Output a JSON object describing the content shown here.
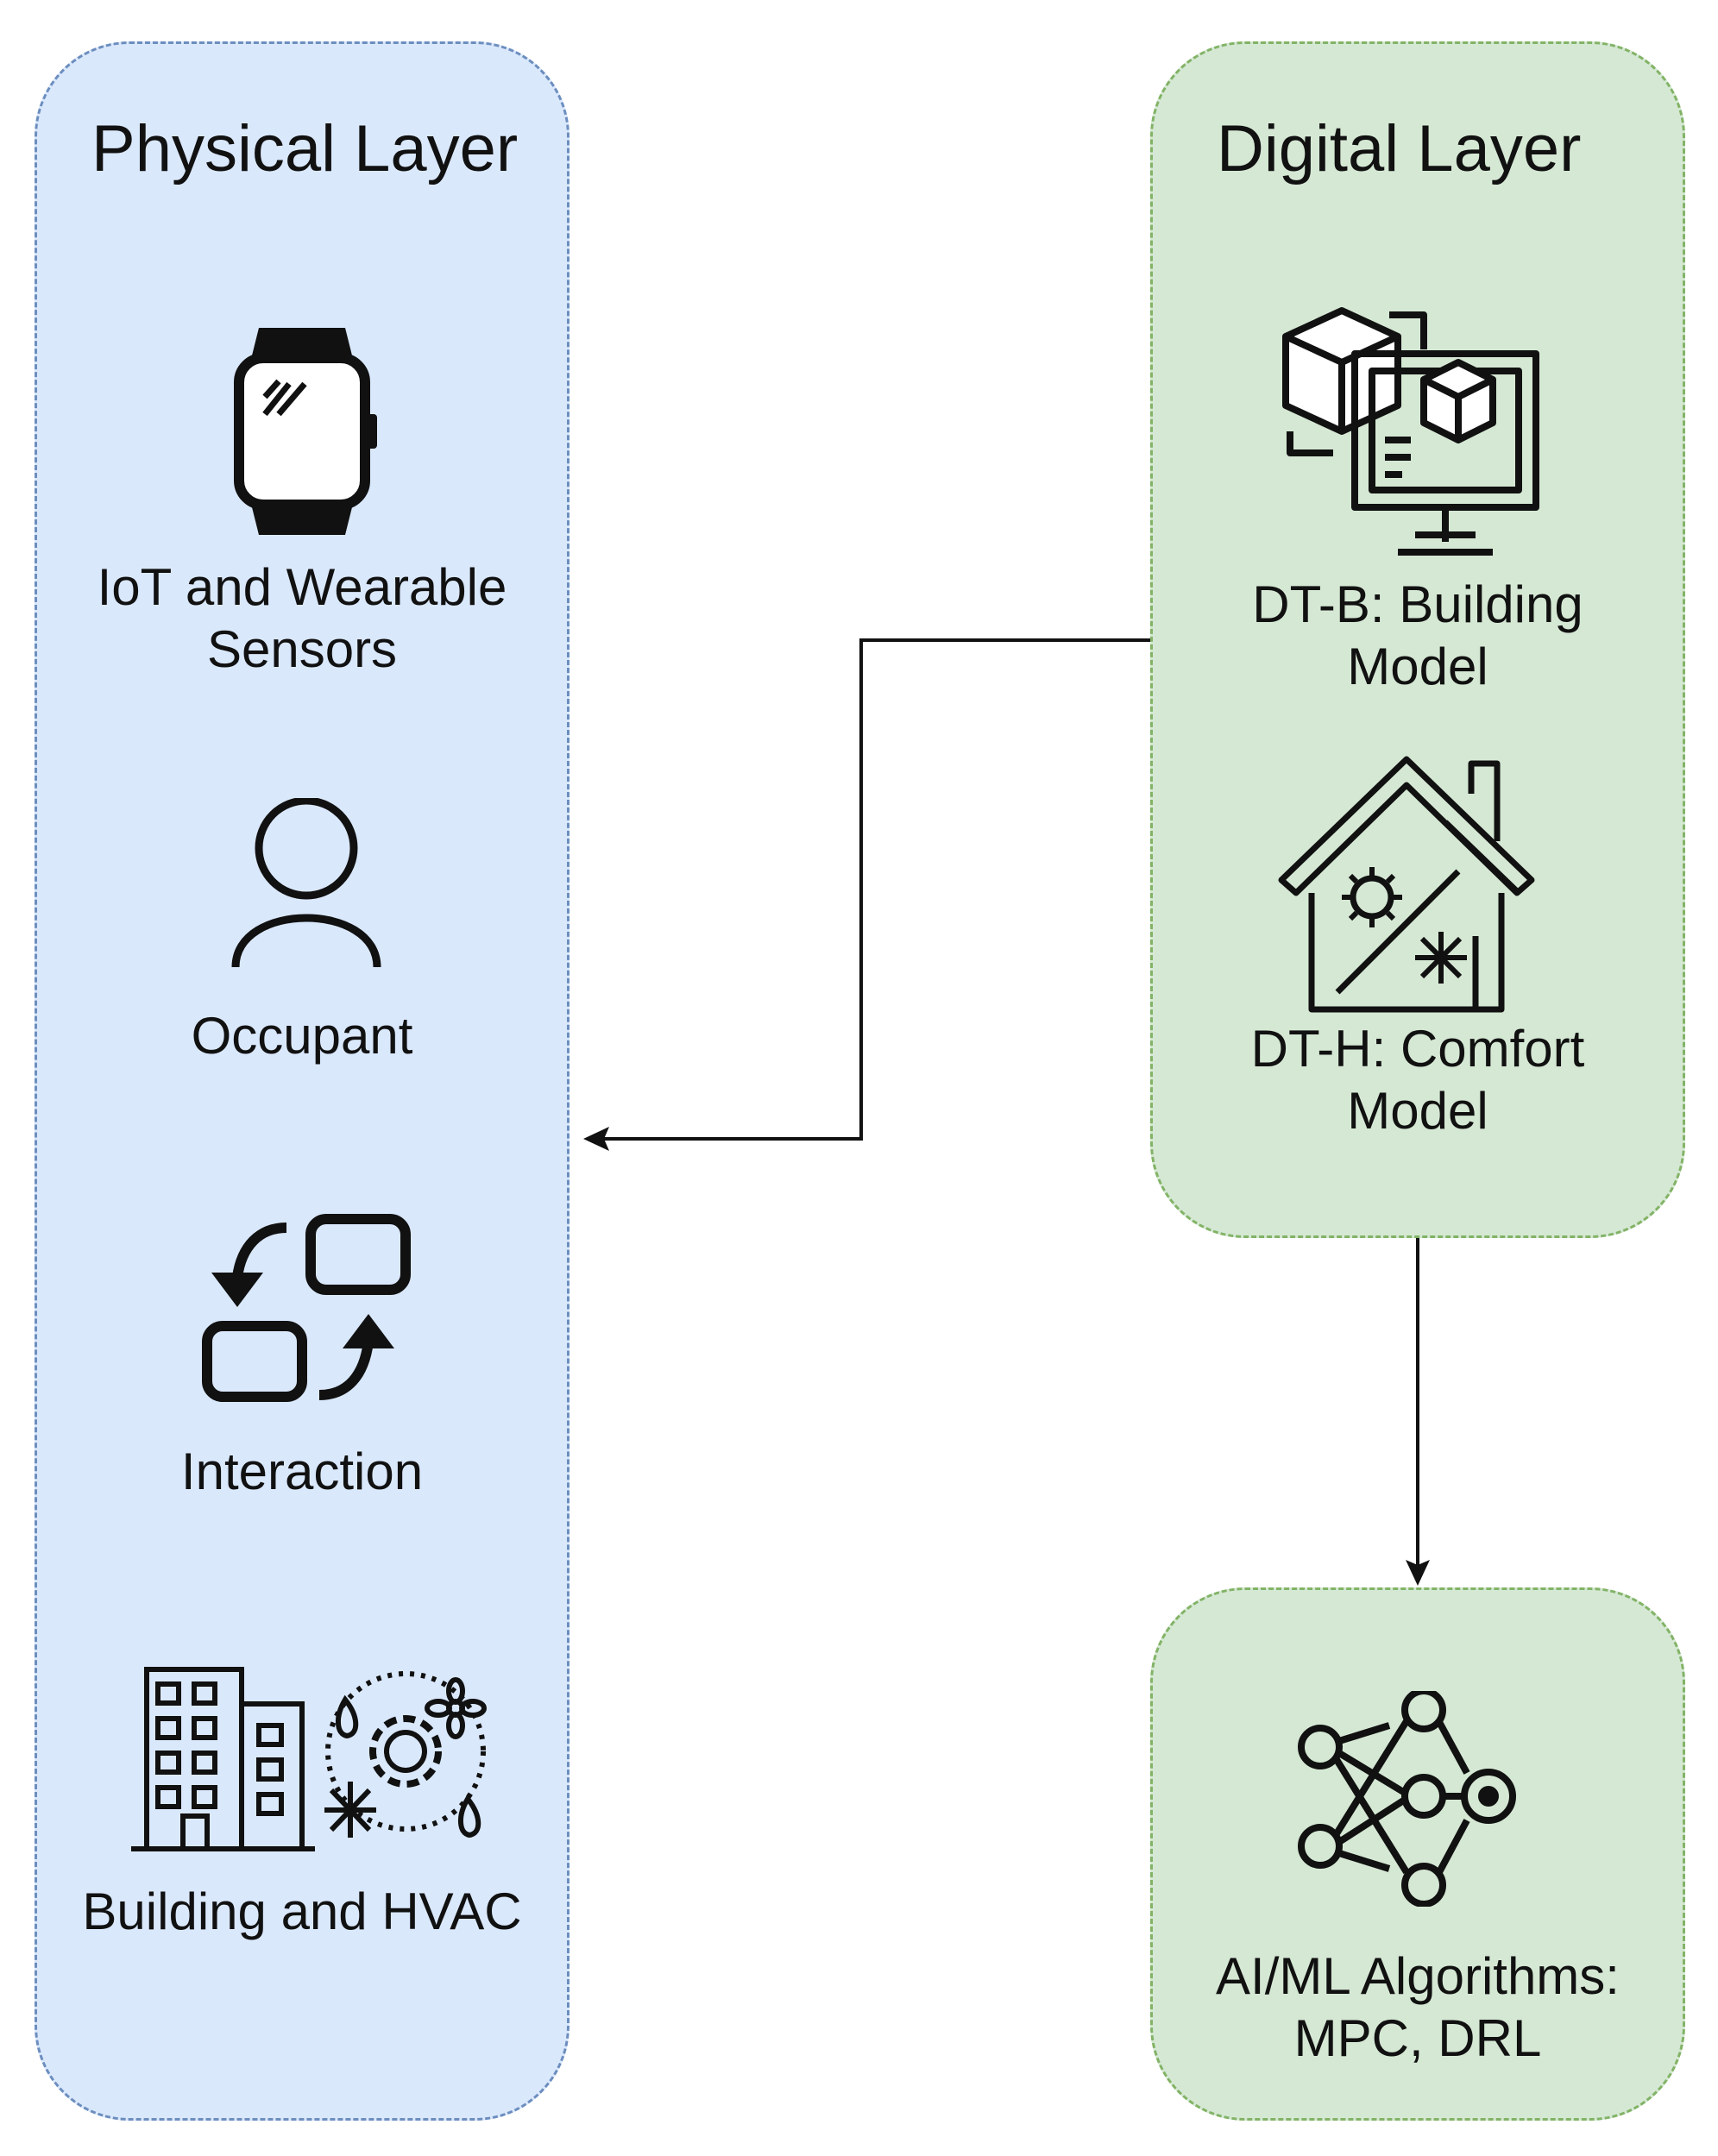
{
  "physical_layer": {
    "title": "Physical Layer",
    "items": [
      {
        "label": "IoT and Wearable\nSensors",
        "icon": "smartwatch-icon"
      },
      {
        "label": "Occupant",
        "icon": "person-icon"
      },
      {
        "label": "Interaction",
        "icon": "interaction-icon"
      },
      {
        "label": "Building and HVAC",
        "icon": "building-hvac-icon"
      }
    ]
  },
  "digital_layer": {
    "title": "Digital Layer",
    "items": [
      {
        "label": "DT-B: Building\nModel",
        "icon": "building-model-icon"
      },
      {
        "label": "DT-H: Comfort\nModel",
        "icon": "comfort-house-icon"
      }
    ]
  },
  "algorithms": {
    "label": "AI/ML Algorithms:\nMPC, DRL",
    "icon": "neural-network-icon"
  },
  "colors": {
    "physical_fill": "#dae8fc",
    "physical_border": "#6c8ebf",
    "digital_fill": "#d5e8d4",
    "digital_border": "#82b366"
  }
}
